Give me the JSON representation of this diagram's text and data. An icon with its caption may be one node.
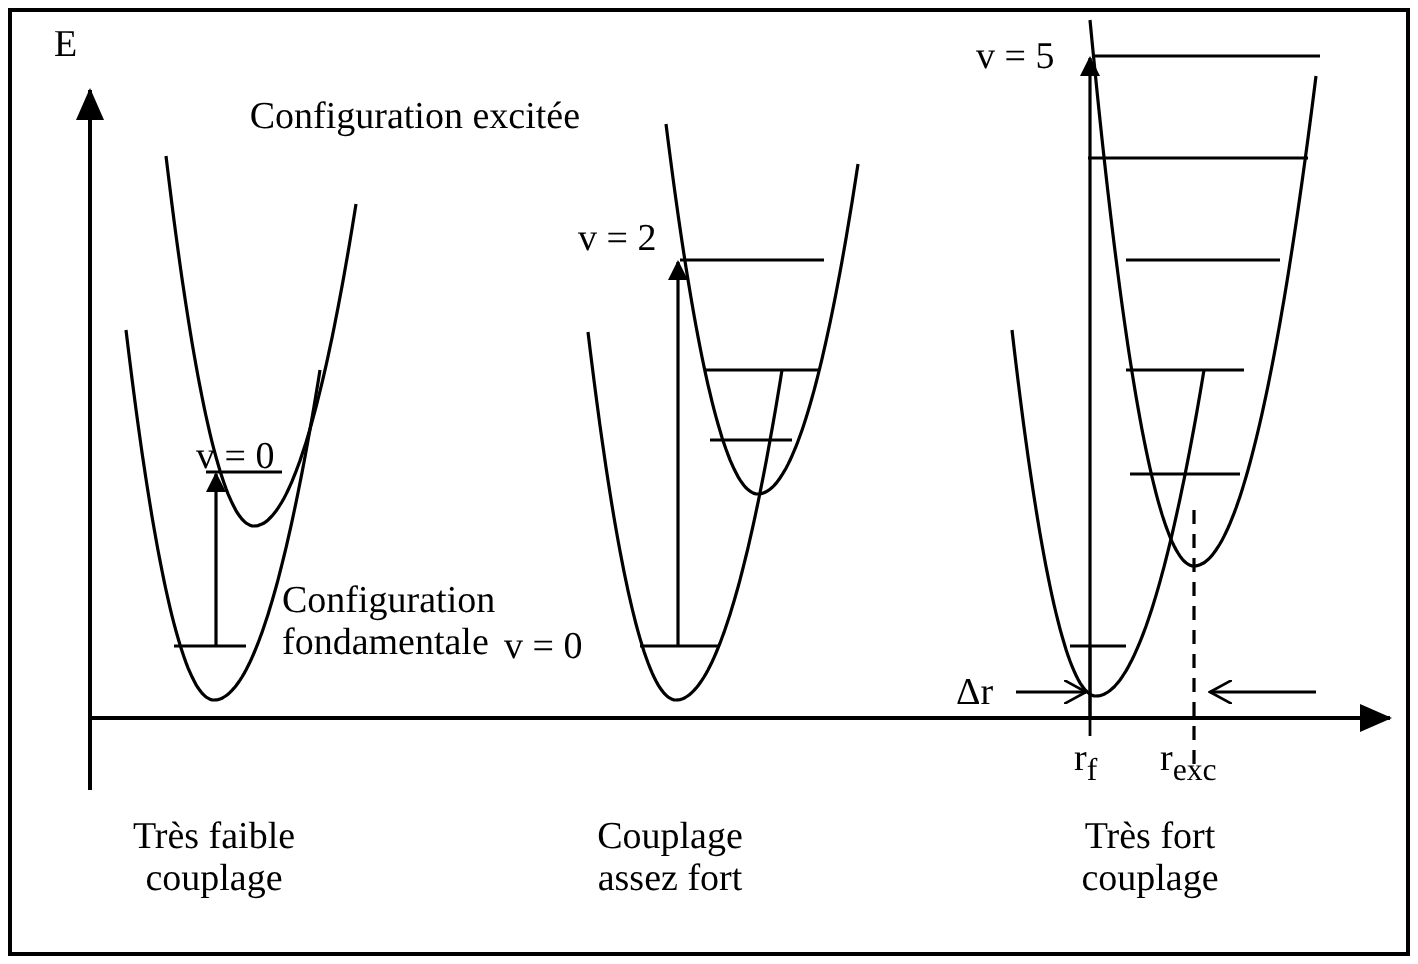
{
  "diagram": {
    "labels": [
      "E",
      "Configuration excitée",
      "v = 0",
      "Configuration fondamentale",
      "v = 2",
      "v = 0",
      "v = 5",
      "Δr",
      "r$_{f}$",
      "r$_{exc}$",
      "Très faible couplage",
      "Couplage assez fort",
      "Très fort couplage"
    ]
  }
}
